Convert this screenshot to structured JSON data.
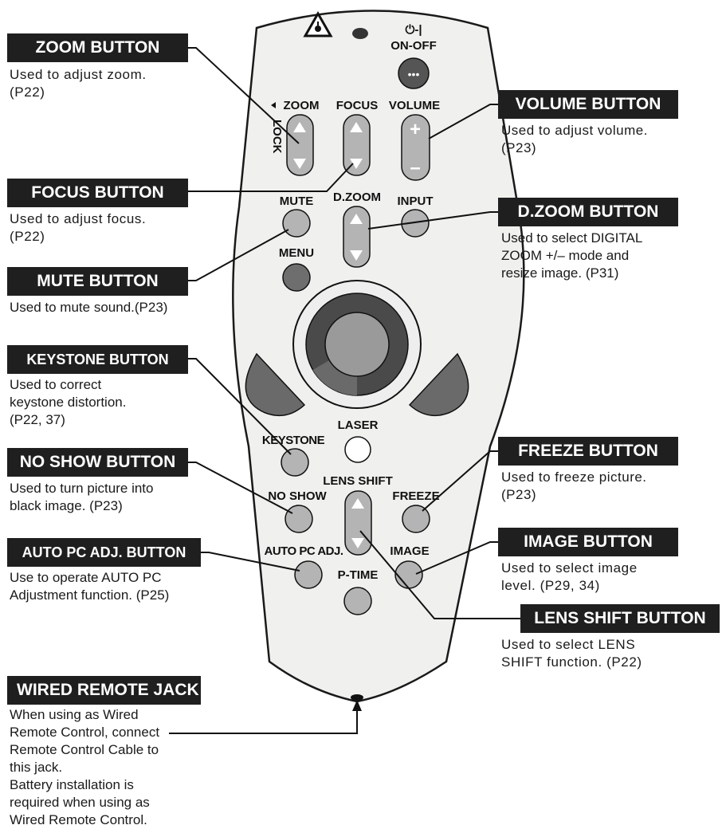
{
  "remote": {
    "on_off_symbol": "⏻-|",
    "on_off": "ON-OFF",
    "lock": "LOCK",
    "zoom": "ZOOM",
    "focus": "FOCUS",
    "volume": "VOLUME",
    "mute": "MUTE",
    "dzoom": "D.ZOOM",
    "input": "INPUT",
    "menu": "MENU",
    "laser": "LASER",
    "keystone": "KEYSTONE",
    "no_show": "NO SHOW",
    "lens_shift": "LENS SHIFT",
    "freeze": "FREEZE",
    "auto_pc": "AUTO PC ADJ.",
    "image": "IMAGE",
    "p_time": "P-TIME",
    "plus": "+",
    "minus": "–",
    "dots": "•••"
  },
  "callouts": {
    "zoom": {
      "title": "ZOOM BUTTON",
      "text": "Used to adjust zoom.\n(P22)"
    },
    "focus": {
      "title": "FOCUS BUTTON",
      "text": "Used to adjust focus.\n(P22)"
    },
    "mute": {
      "title": "MUTE BUTTON",
      "text": "Used to mute sound.(P23)"
    },
    "keystone": {
      "title": "KEYSTONE BUTTON",
      "text": "Used to correct\nkeystone distortion.\n(P22, 37)"
    },
    "no_show": {
      "title": "NO SHOW BUTTON",
      "text": "Used to turn picture into\nblack image.  (P23)"
    },
    "auto_pc": {
      "title": "AUTO PC ADJ. BUTTON",
      "text": "Use to operate AUTO PC\nAdjustment function.  (P25)"
    },
    "wired": {
      "title": "WIRED REMOTE JACK",
      "text": "When using as Wired\nRemote Control, connect\nRemote Control Cable  to\nthis jack.\nBattery installation is\nrequired when using as\nWired Remote Control."
    },
    "volume": {
      "title": "VOLUME BUTTON",
      "text": "Used to adjust volume.\n(P23)"
    },
    "dzoom": {
      "title": "D.ZOOM BUTTON",
      "text": "Used to select DIGITAL\nZOOM +/– mode and\nresize image. (P31)"
    },
    "freeze": {
      "title": "FREEZE BUTTON",
      "text": "Used to freeze picture.\n(P23)"
    },
    "image": {
      "title": "IMAGE BUTTON",
      "text": "Used to select image\nlevel.  (P29, 34)"
    },
    "lens_shift": {
      "title": "LENS SHIFT  BUTTON",
      "text": "Used to select LENS\nSHIFT function.  (P22)"
    }
  }
}
